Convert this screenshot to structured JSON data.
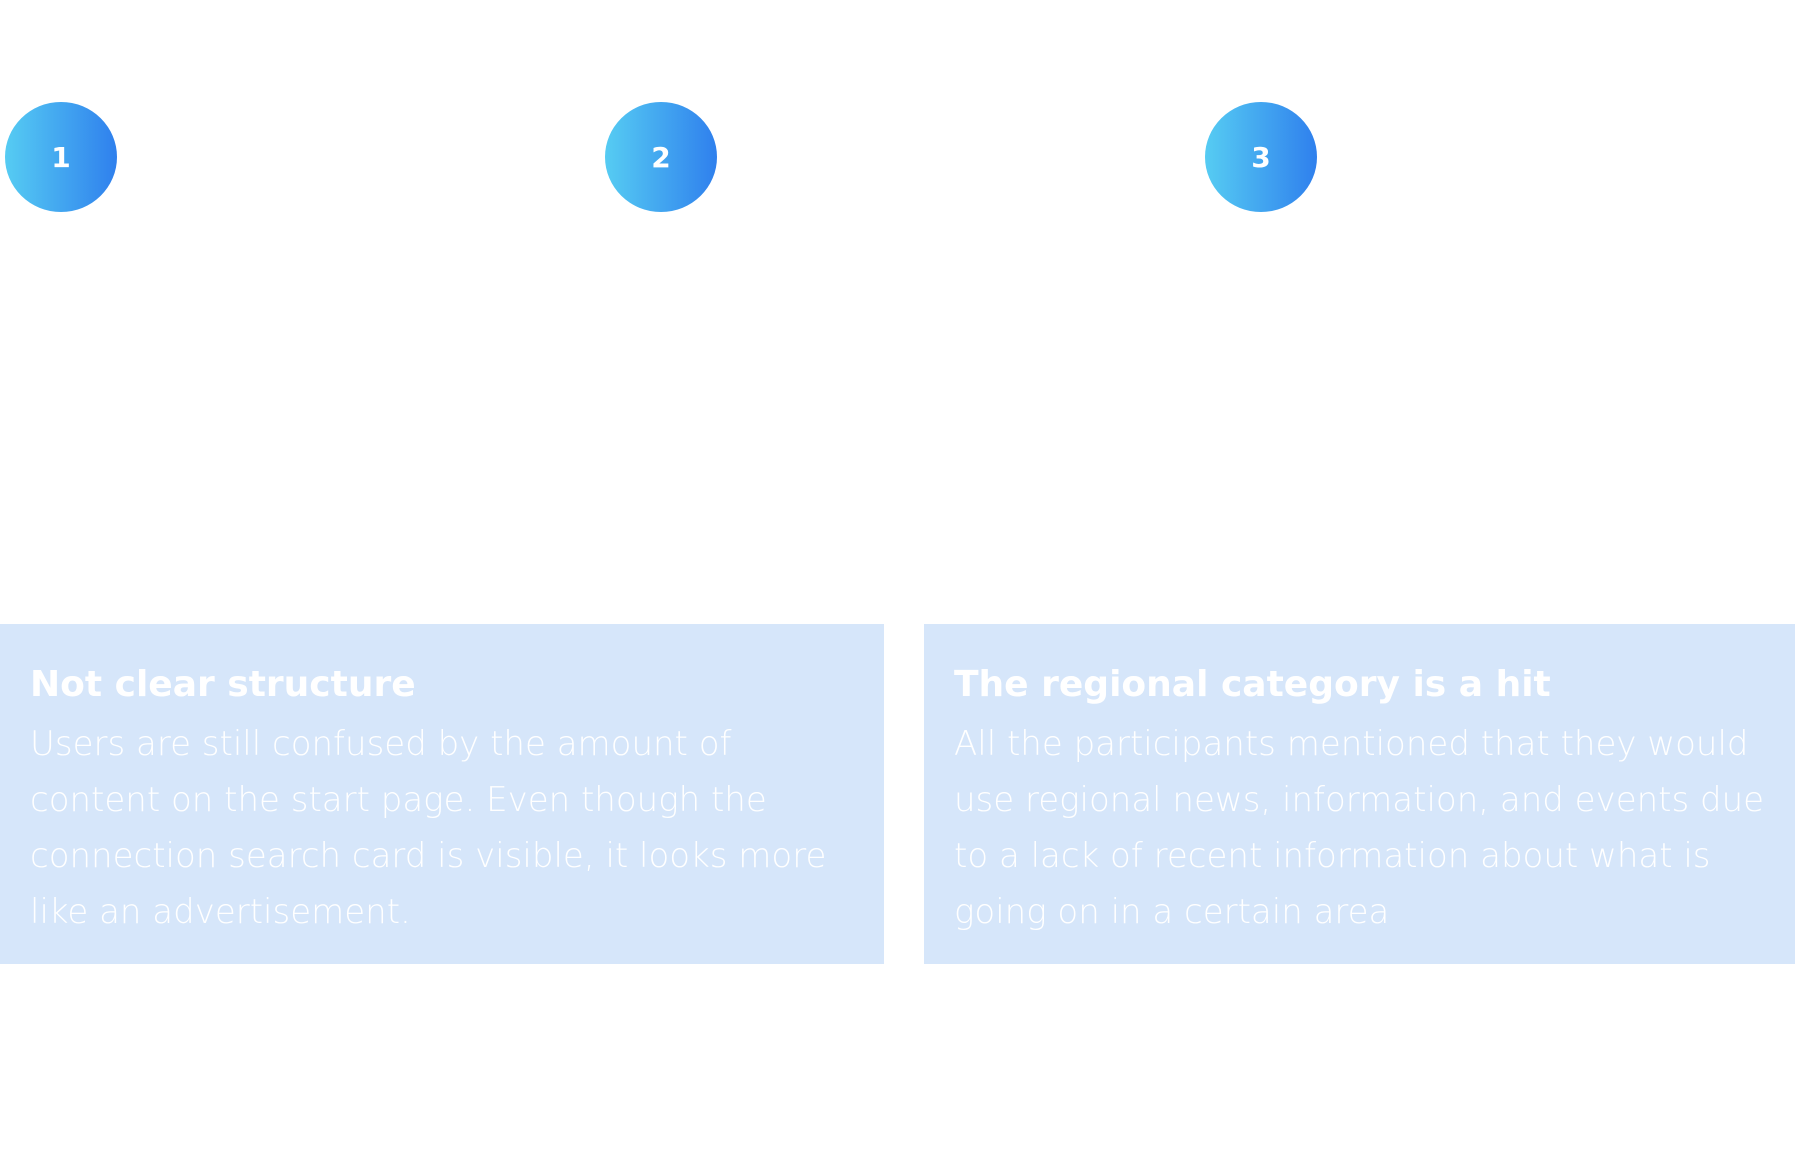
{
  "steps": [
    {
      "number": "1"
    },
    {
      "number": "2"
    },
    {
      "number": "3"
    }
  ],
  "cards": [
    {
      "title": "Not clear structure",
      "body": "Users are still confused by the amount of content on the start page. Even though the connection search card is visible, it looks more like an advertisement."
    },
    {
      "title": "The regional category is a hit",
      "body": "All the participants mentioned that they would use regional news, information, and events due to a lack of recent information about what is going on in a certain area"
    }
  ],
  "colors": {
    "circle_gradient_start": "#56ccf3",
    "circle_gradient_end": "#2f80ed",
    "card_background": "#d6e6fa",
    "text": "#ffffff"
  }
}
